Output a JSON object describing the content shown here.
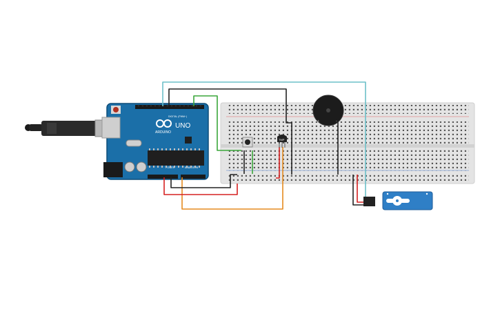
{
  "circuit": {
    "arduino": {
      "brand": "ARDUINO",
      "model": "UNO",
      "digital_header": "DIGITAL (PWM~)",
      "power_header": "POWER",
      "analog_header": "ANALOG IN",
      "board_color": "#1b6fa8"
    },
    "sensor": {
      "label": "TMP"
    },
    "colors": {
      "wire_teal": "#6cc0c8",
      "wire_black": "#222222",
      "wire_green": "#3aa63a",
      "wire_red": "#d62020",
      "wire_orange": "#e58a1f",
      "breadboard": "#e4e4e4",
      "servo": "#2f7fc6"
    },
    "icons": [
      "usb-cable-icon",
      "arduino-uno-icon",
      "breadboard-icon",
      "pushbutton-icon",
      "temperature-sensor-icon",
      "buzzer-icon",
      "servo-icon"
    ]
  }
}
